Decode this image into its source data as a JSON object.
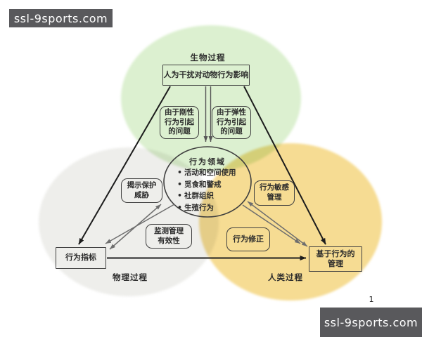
{
  "watermarks": {
    "top_left": "ssl-9sports.com",
    "bottom_right": "ssl-9sports.com"
  },
  "page_number": "1",
  "colors": {
    "biological_circle": "#dcf0d0",
    "physical_circle": "#eeeeeb",
    "human_circle": "#f6dc93",
    "watermark_bg": "#59595c",
    "box_border": "#3f3f3f",
    "arrow_black": "#1c1c1c",
    "arrow_dark": "#555555",
    "arrow_gray": "#6e6e6e"
  },
  "diagram": {
    "circles": {
      "biological": {
        "label": "生物过程"
      },
      "physical": {
        "label": "物理过程"
      },
      "human": {
        "label": "人类过程"
      }
    },
    "nodes": {
      "human_disturbance": {
        "text": "人为干扰对动物行为影响"
      },
      "rigid_problems": {
        "lines": [
          "由于刚性",
          "行为引起",
          "的问题"
        ]
      },
      "flexible_problems": {
        "lines": [
          "由于弹性",
          "行为引起",
          "的问题"
        ]
      },
      "behavior_domain": {
        "title": "行为领域",
        "bullet": "•",
        "items": [
          "活动和空间使用",
          "觅食和警戒",
          "社群组织",
          "生殖行为"
        ]
      },
      "reveal_threats": {
        "lines": [
          "揭示保护",
          "威胁"
        ]
      },
      "behavior_sensitive": {
        "lines": [
          "行为敏感",
          "管理"
        ]
      },
      "monitor_effectiveness": {
        "lines": [
          "监测管理",
          "有效性"
        ]
      },
      "behavior_modification": {
        "text": "行为修正"
      },
      "behavior_indicators": {
        "text": "行为指标"
      },
      "behavior_based_management": {
        "lines": [
          "基于行为的",
          "管理"
        ]
      }
    }
  }
}
